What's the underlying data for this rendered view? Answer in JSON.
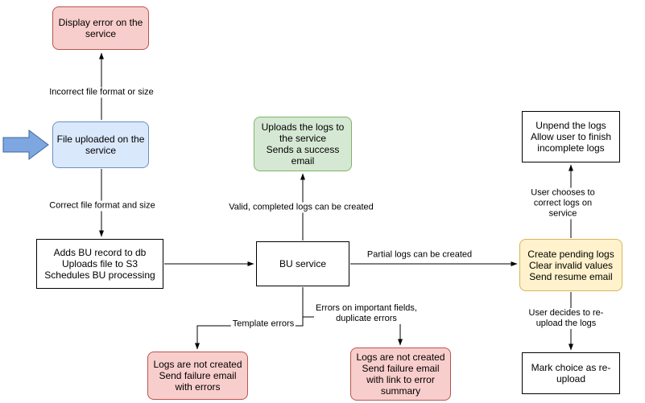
{
  "nodes": {
    "display_error": {
      "text": "Display error on the\nservice"
    },
    "file_uploaded": {
      "text": "File uploaded on the\nservice"
    },
    "adds_bu": {
      "text": "Adds BU record to db\nUploads file to S3\nSchedules BU processing"
    },
    "bu_service": {
      "text": "BU service"
    },
    "success": {
      "text": "Uploads the logs to\nthe service\nSends a success\nemail"
    },
    "pending": {
      "text": "Create pending logs\nClear invalid values\nSend resume email"
    },
    "unpend": {
      "text": "Unpend the logs\nAllow user to finish\nincomplete logs"
    },
    "mark_reupload": {
      "text": "Mark choice as re-\nupload"
    },
    "failure_errors": {
      "text": "Logs are not created\nSend failure email\nwith errors"
    },
    "failure_summary": {
      "text": "Logs are not created\nSend failure email\nwith link to error\nsummary"
    }
  },
  "edge_labels": {
    "incorrect_format": "Incorrect file format or size",
    "correct_format": "Correct file format and size",
    "valid_logs": "Valid, completed logs can be created",
    "partial_logs": "Partial logs can be created",
    "template_errors": "Template errors",
    "important_field_errors": "Errors on important fields,\nduplicate errors",
    "correct_on_service": "User chooses to correct logs on service",
    "reupload": "User decides to re-upload the logs"
  },
  "colors": {
    "pink_fill": "#f8cecc",
    "pink_stroke": "#b85450",
    "blue_fill": "#dae8fc",
    "blue_stroke": "#6c8ebf",
    "green_fill": "#d5e8d4",
    "green_stroke": "#82b366",
    "yellow_fill": "#fff2cc",
    "yellow_stroke": "#d6b656",
    "blockarrow_fill": "#7ea6e0",
    "blockarrow_stroke": "#41659c",
    "connector": "#000000"
  }
}
